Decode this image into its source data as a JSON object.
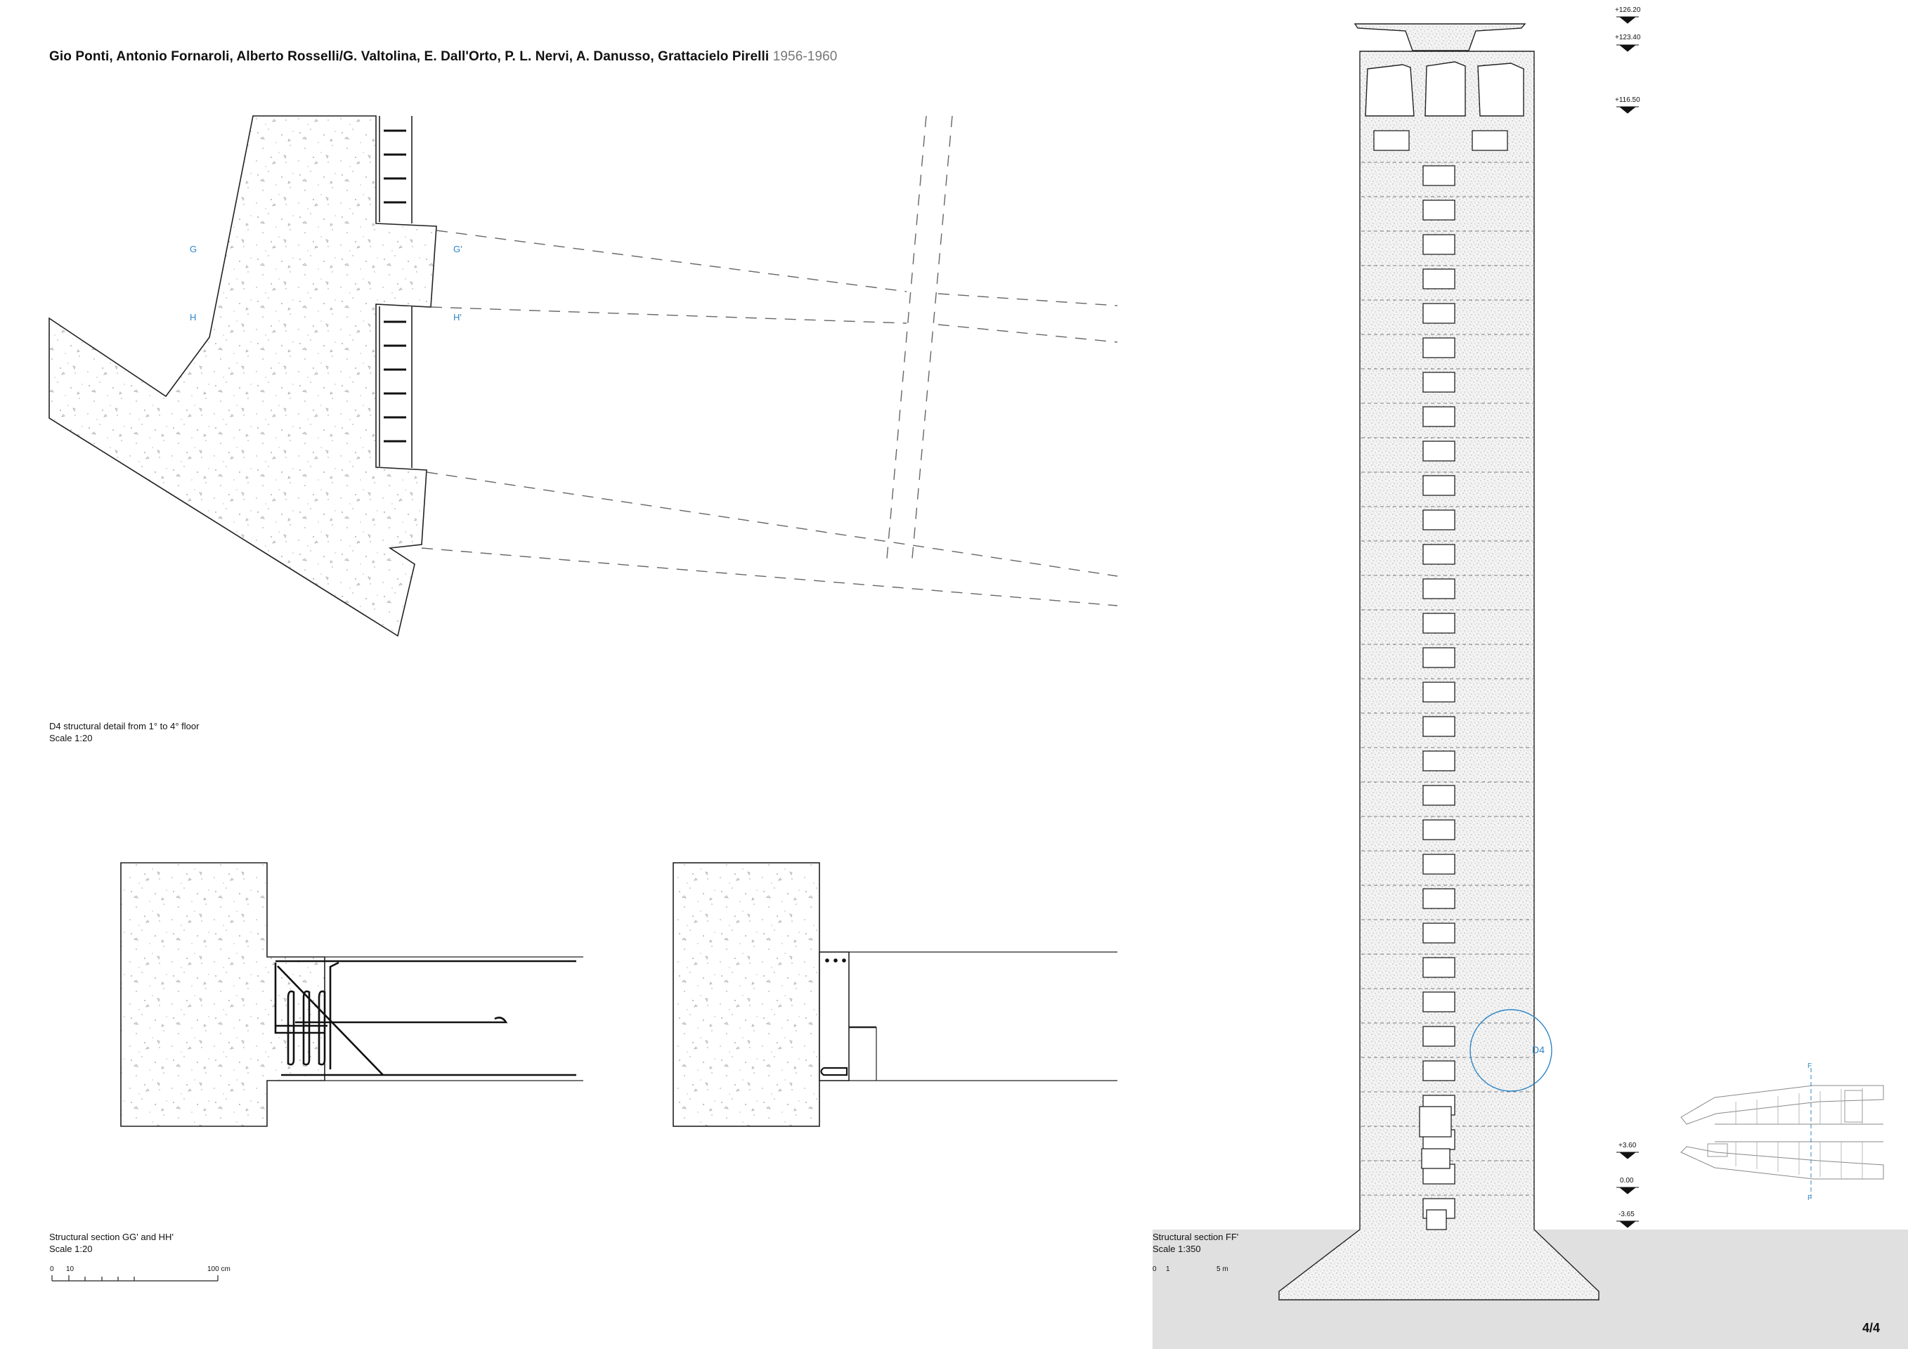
{
  "title": {
    "authors": "Gio Ponti, Antonio Fornaroli, Alberto Rosselli/G. Valtolina, E. Dall'Orto, P. L. Nervi, A. Danusso, Grattacielo Pirelli",
    "years": "1956-1960"
  },
  "detail_d4": {
    "caption": "D4 structural detail from 1° to 4° floor",
    "scale": "Scale 1:20",
    "cut_labels": {
      "g_start": "G",
      "g_end": "G'",
      "h_start": "H",
      "h_end": "H'"
    }
  },
  "section_gg_hh": {
    "caption": "Structural section GG' and HH'",
    "scale": "Scale 1:20",
    "scalebar": {
      "start": "0",
      "mid": "10",
      "end": "100 cm"
    }
  },
  "section_ff": {
    "caption": "Structural section FF'",
    "scale": "Scale 1:350",
    "scalebar": {
      "start": "0",
      "mid": "1",
      "end": "5 m"
    },
    "levels_top": [
      "+126.20",
      "+123.40",
      "+116.50"
    ],
    "levels_bottom": [
      "+3.60",
      "0.00",
      "-3.65"
    ],
    "detail_marker": "D4",
    "plan_cut": "F"
  },
  "page": {
    "number": "4/4"
  },
  "colors": {
    "accent": "#2e86c8",
    "ground": "#e0e0e0",
    "ink": "#111111"
  }
}
